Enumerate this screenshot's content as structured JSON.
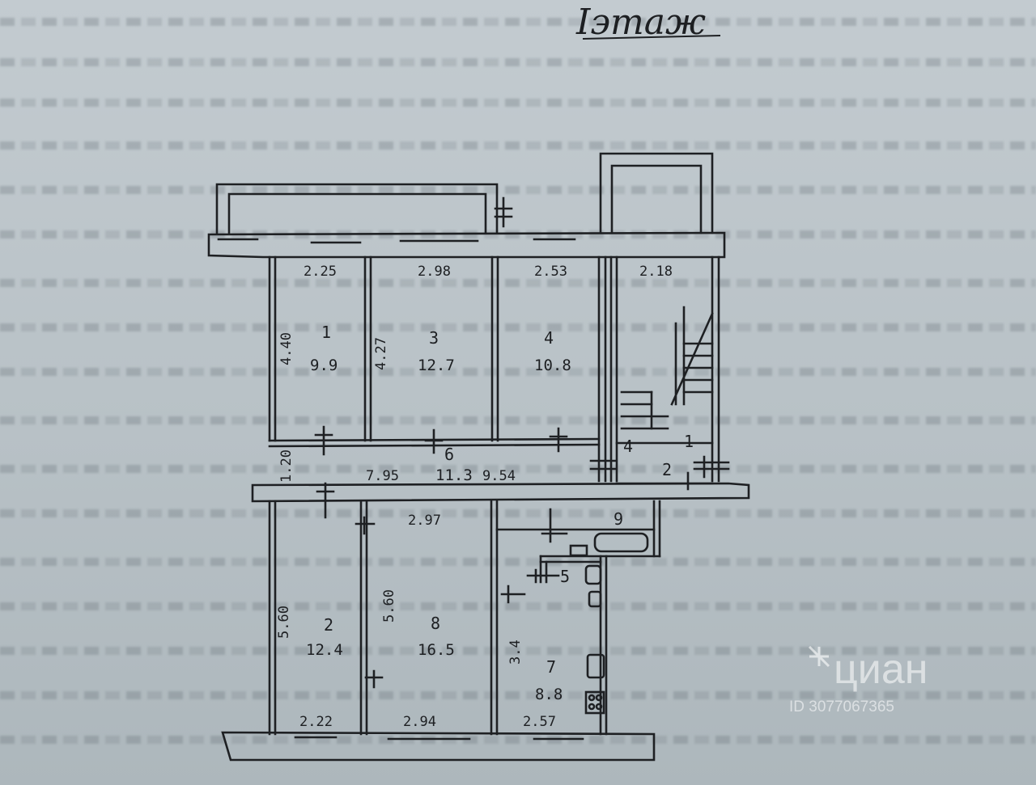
{
  "title": "Iэтаж",
  "dimensions": {
    "top": [
      "2.25",
      "2.98",
      "2.53",
      "2.18"
    ],
    "bottom": [
      "2.22",
      "2.94",
      "2.57"
    ],
    "corridor_top": "2.97",
    "corridor_length": "7.95",
    "corridor_extra": "9.54",
    "left_wall_upper": "4.40",
    "room3_side": "4.27",
    "corridor_side": "1.20",
    "left_wall_lower": "5.60",
    "room8_side": "5.60",
    "room7_side": "3.4"
  },
  "rooms": [
    {
      "number": "1",
      "area": "9.9"
    },
    {
      "number": "3",
      "area": "12.7"
    },
    {
      "number": "4",
      "area": "10.8"
    },
    {
      "number": "6",
      "area": "11.3"
    },
    {
      "number": "2",
      "area": "12.4"
    },
    {
      "number": "8",
      "area": "16.5"
    },
    {
      "number": "7",
      "area": "8.8"
    }
  ],
  "stair_labels": [
    "4",
    "1",
    "2"
  ],
  "small_rooms": [
    "9",
    "5"
  ],
  "watermark": {
    "brand": "циан",
    "id": "ID 3077067365"
  }
}
